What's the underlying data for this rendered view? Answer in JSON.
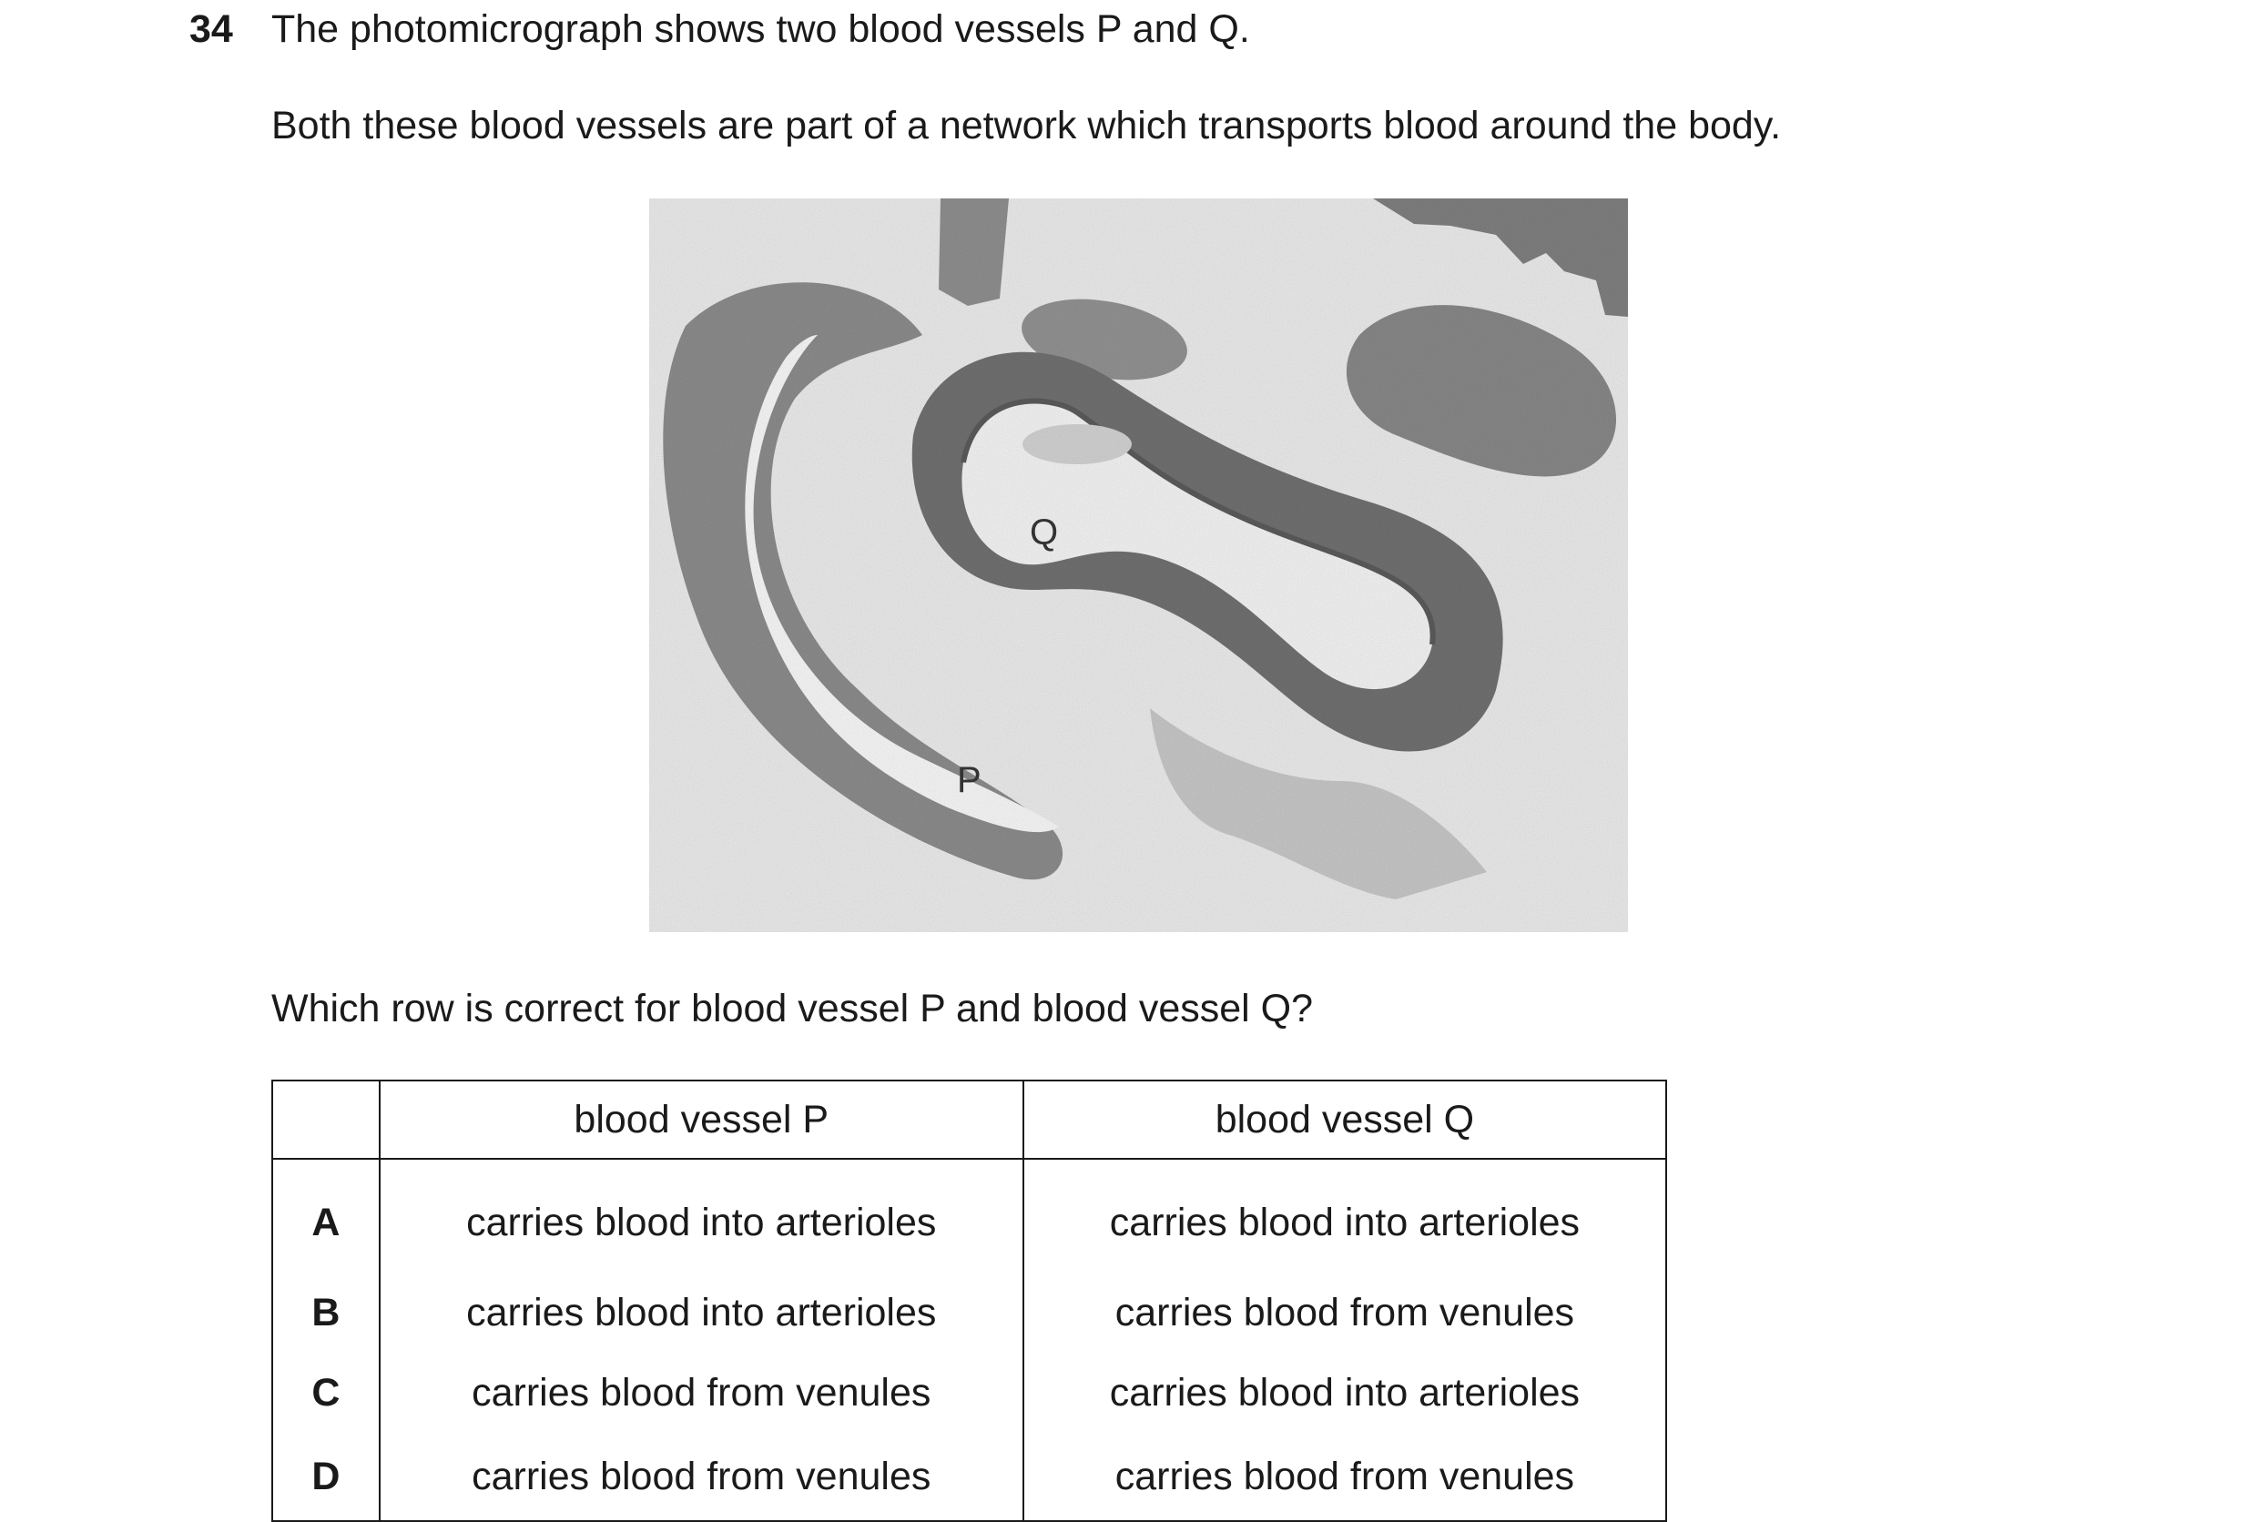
{
  "question": {
    "number": "34",
    "stem_line1": "The photomicrograph shows two blood vessels P and Q.",
    "stem_line2": "Both these blood vessels are part of a network which transports blood around the body.",
    "prompt": "Which row is correct for blood vessel P and blood vessel Q?"
  },
  "figure": {
    "label_p": "P",
    "label_q": "Q"
  },
  "table": {
    "header": [
      "",
      "blood vessel P",
      "blood vessel Q"
    ],
    "rows": [
      {
        "letter": "A",
        "p": "carries blood into arterioles",
        "q": "carries blood into arterioles"
      },
      {
        "letter": "B",
        "p": "carries blood into arterioles",
        "q": "carries blood from venules"
      },
      {
        "letter": "C",
        "p": "carries blood from venules",
        "q": "carries blood into arterioles"
      },
      {
        "letter": "D",
        "p": "carries blood from venules",
        "q": "carries blood from venules"
      }
    ]
  }
}
